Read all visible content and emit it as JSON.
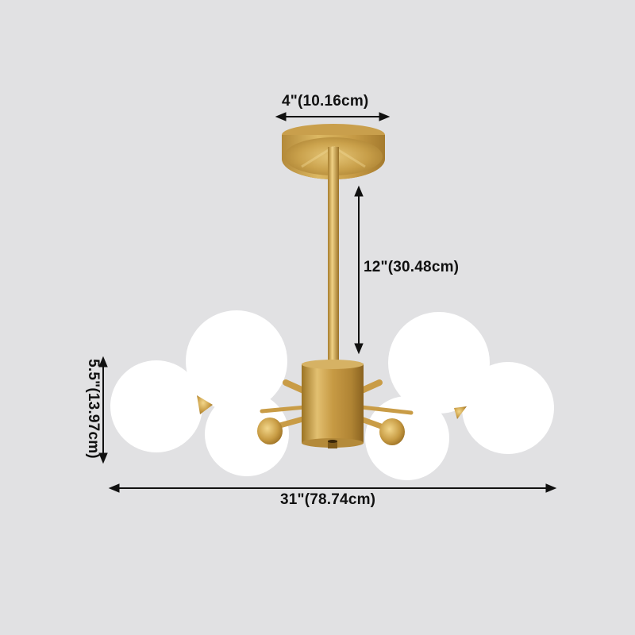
{
  "product": {
    "name": "Sputnik chandelier with white glass globes",
    "finish_color": "#c9a04a",
    "globe_color": "#ffffff",
    "background_color": "#e1e1e3",
    "globe_count_visible": 6
  },
  "dimensions": {
    "canopy_width": "4\"(10.16cm)",
    "rod_length": "12\"(30.48cm)",
    "globe_height": "5.5\"(13.97cm)",
    "overall_width": "31\"(78.74cm)"
  }
}
